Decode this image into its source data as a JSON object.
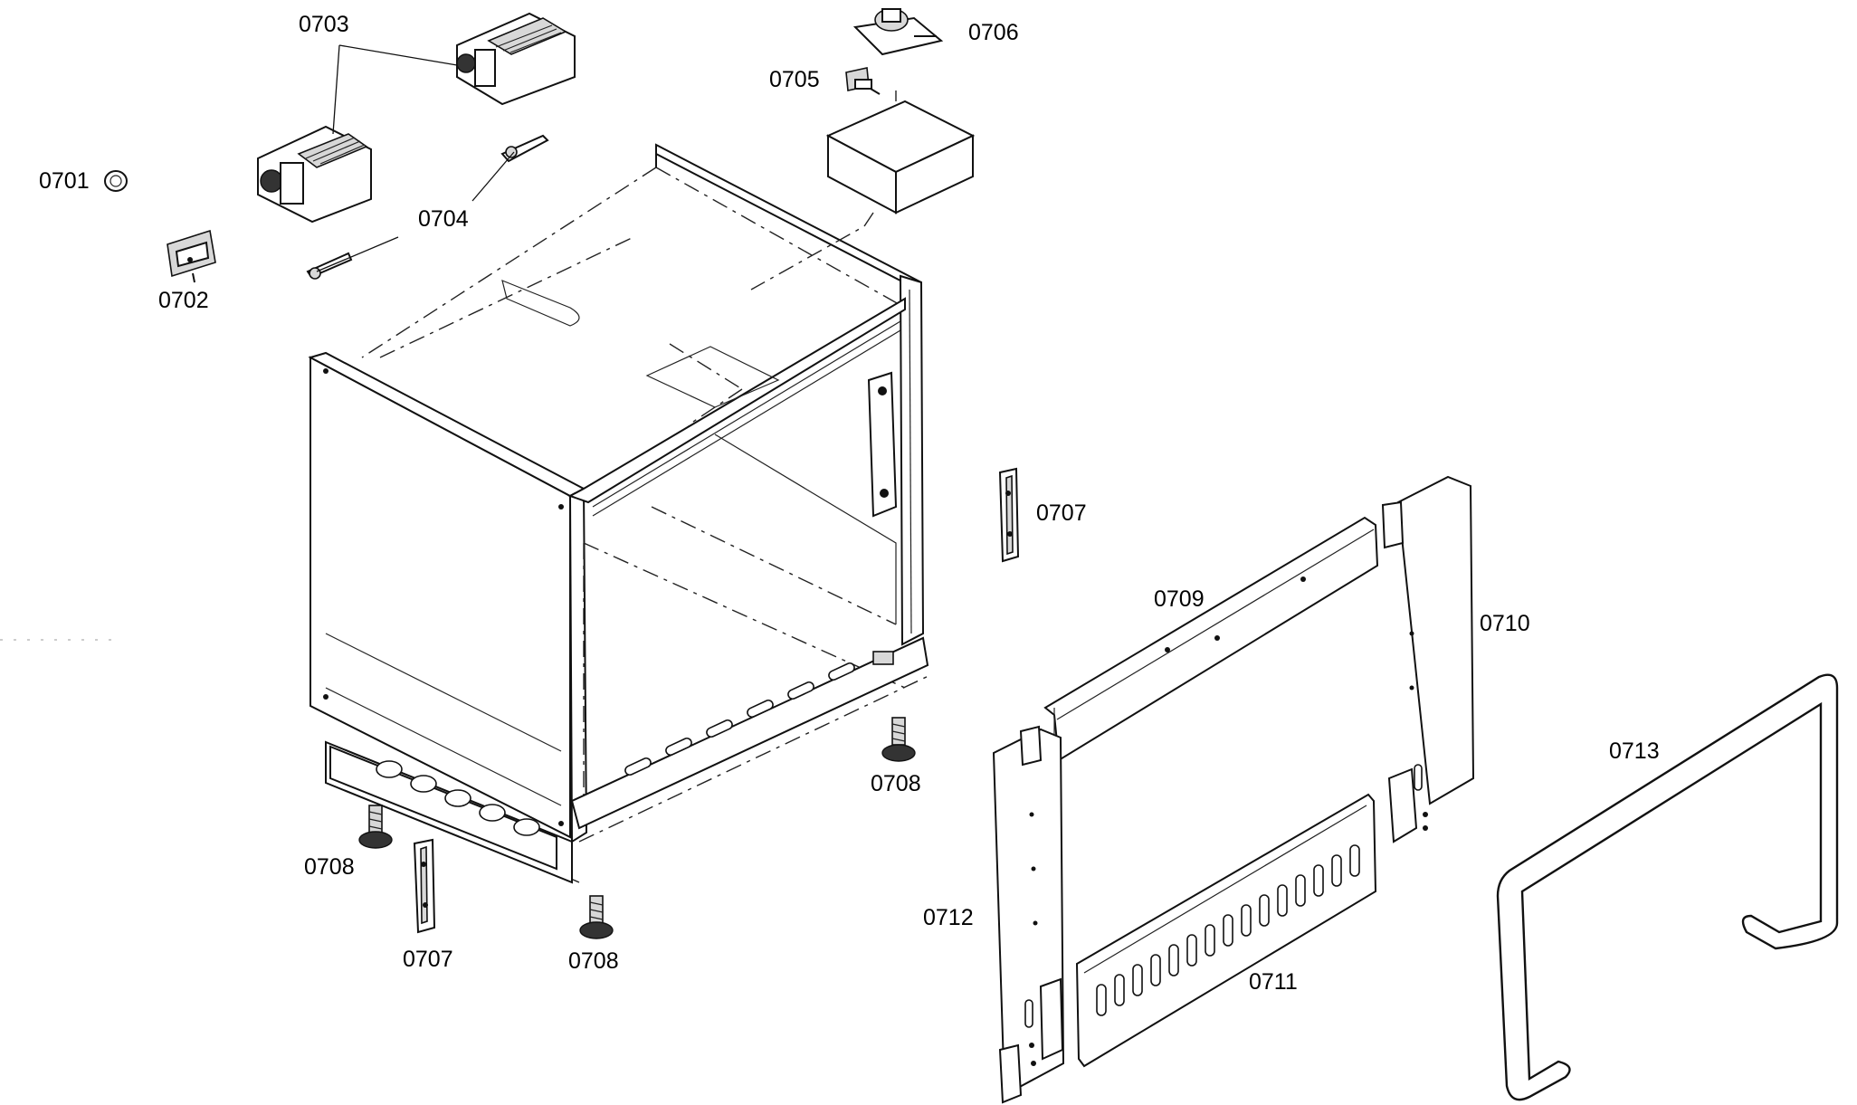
{
  "parts": [
    {
      "id": "p0701",
      "number": "0701"
    },
    {
      "id": "p0702",
      "number": "0702"
    },
    {
      "id": "p0703",
      "number": "0703"
    },
    {
      "id": "p0704",
      "number": "0704"
    },
    {
      "id": "p0705",
      "number": "0705"
    },
    {
      "id": "p0706",
      "number": "0706"
    },
    {
      "id": "p0707a",
      "number": "0707"
    },
    {
      "id": "p0707b",
      "number": "0707"
    },
    {
      "id": "p0708a",
      "number": "0708"
    },
    {
      "id": "p0708b",
      "number": "0708"
    },
    {
      "id": "p0708c",
      "number": "0708"
    },
    {
      "id": "p0709",
      "number": "0709"
    },
    {
      "id": "p0710",
      "number": "0710"
    },
    {
      "id": "p0711",
      "number": "0711"
    },
    {
      "id": "p0712",
      "number": "0712"
    },
    {
      "id": "p0713",
      "number": "0713"
    }
  ]
}
